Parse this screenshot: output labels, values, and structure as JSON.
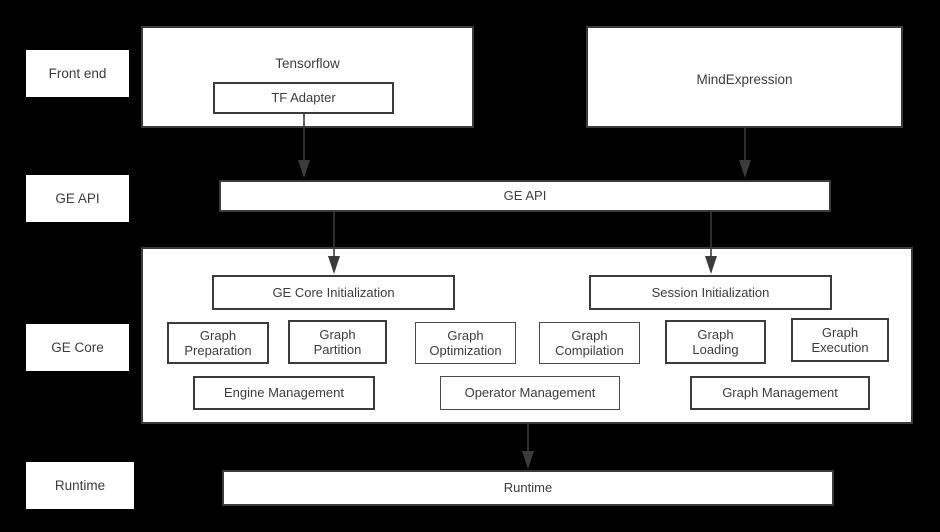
{
  "diagram": {
    "background_color": "#000000",
    "box_fill": "#ffffff",
    "box_border": "#3b3b3b",
    "text_color": "#3c3c3c"
  },
  "layer_labels": [
    {
      "id": "front-end",
      "label": "Front end"
    },
    {
      "id": "ge-api",
      "label": "GE API"
    },
    {
      "id": "ge-core",
      "label": "GE Core"
    },
    {
      "id": "runtime",
      "label": "Runtime"
    }
  ],
  "front_end": {
    "tensorflow": {
      "title": "Tensorflow",
      "child": "TF Adapter"
    },
    "mindexpression": {
      "title": "MindExpression"
    }
  },
  "ge_api_bar": {
    "label": "GE API"
  },
  "ge_core": {
    "init_boxes": [
      {
        "id": "ge-core-initialization",
        "label": "GE Core Initialization"
      },
      {
        "id": "session-initialization",
        "label": "Session Initialization"
      }
    ],
    "stage_boxes": [
      {
        "id": "graph-preparation",
        "label": "Graph\nPreparation"
      },
      {
        "id": "graph-partition",
        "label": "Graph\nPartition"
      },
      {
        "id": "graph-optimization",
        "label": "Graph\nOptimization"
      },
      {
        "id": "graph-compilation",
        "label": "Graph\nCompilation"
      },
      {
        "id": "graph-loading",
        "label": "Graph\nLoading"
      },
      {
        "id": "graph-execution",
        "label": "Graph\nExecution"
      }
    ],
    "management_boxes": [
      {
        "id": "engine-management",
        "label": "Engine Management"
      },
      {
        "id": "operator-management",
        "label": "Operator Management"
      },
      {
        "id": "graph-management",
        "label": "Graph Management"
      }
    ]
  },
  "runtime_bar": {
    "label": "Runtime"
  },
  "connectors": [
    {
      "id": "tf-adapter-to-ge-api",
      "from": "TF Adapter",
      "to": "GE API"
    },
    {
      "id": "mindexpression-to-ge-api",
      "from": "MindExpression",
      "to": "GE API"
    },
    {
      "id": "ge-api-to-ge-core-initialization",
      "from": "GE API",
      "to": "GE Core Initialization"
    },
    {
      "id": "ge-api-to-session-initialization",
      "from": "GE API",
      "to": "Session Initialization"
    },
    {
      "id": "ge-core-to-runtime",
      "from": "GE Core",
      "to": "Runtime"
    }
  ]
}
